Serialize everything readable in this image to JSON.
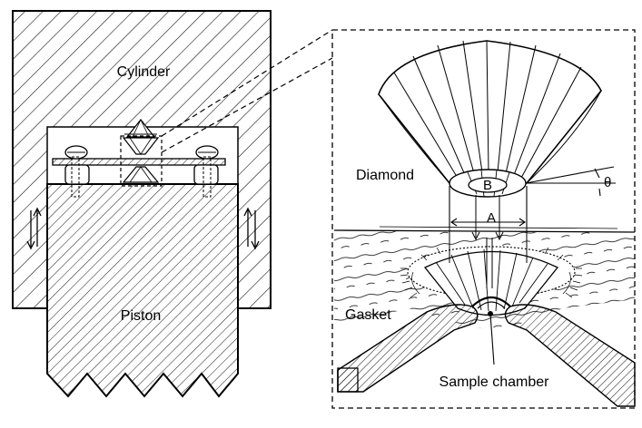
{
  "labels": {
    "cylinder": "Cylinder",
    "piston": "Piston",
    "diamond": "Diamond",
    "gasket": "Gasket",
    "sample_chamber": "Sample chamber",
    "dim_a": "A",
    "dim_b": "B",
    "angle": "θ"
  },
  "colors": {
    "ink": "#000000",
    "background": "#ffffff"
  }
}
